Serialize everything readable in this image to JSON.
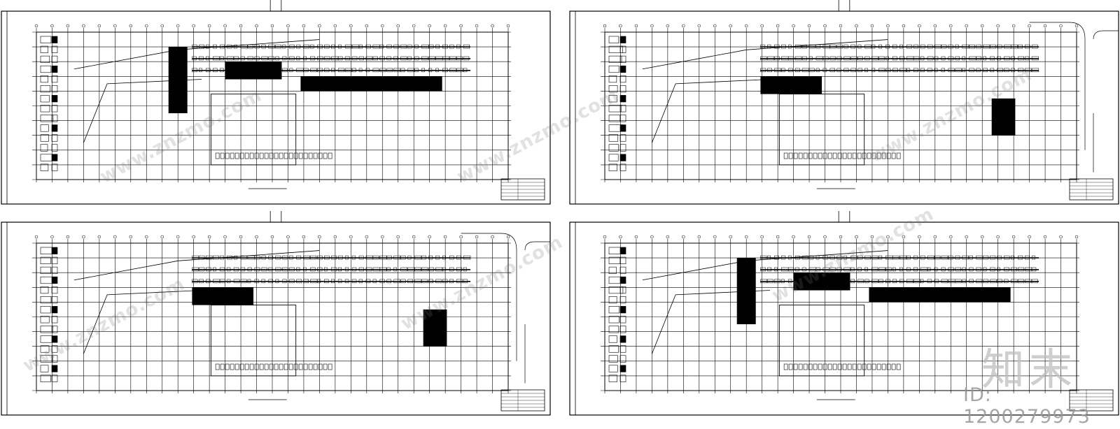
{
  "layout_sheets": [
    {
      "id": "sheet-top-left"
    },
    {
      "id": "sheet-top-right"
    },
    {
      "id": "sheet-bottom-left"
    },
    {
      "id": "sheet-bottom-right"
    }
  ],
  "watermark": {
    "site_text": "www.znzmo.com",
    "brand_text": "知末",
    "id_text": "ID: 1200279973"
  },
  "colors": {
    "line": "#000000",
    "paper": "#ffffff",
    "watermark": "#9a9a9a"
  }
}
